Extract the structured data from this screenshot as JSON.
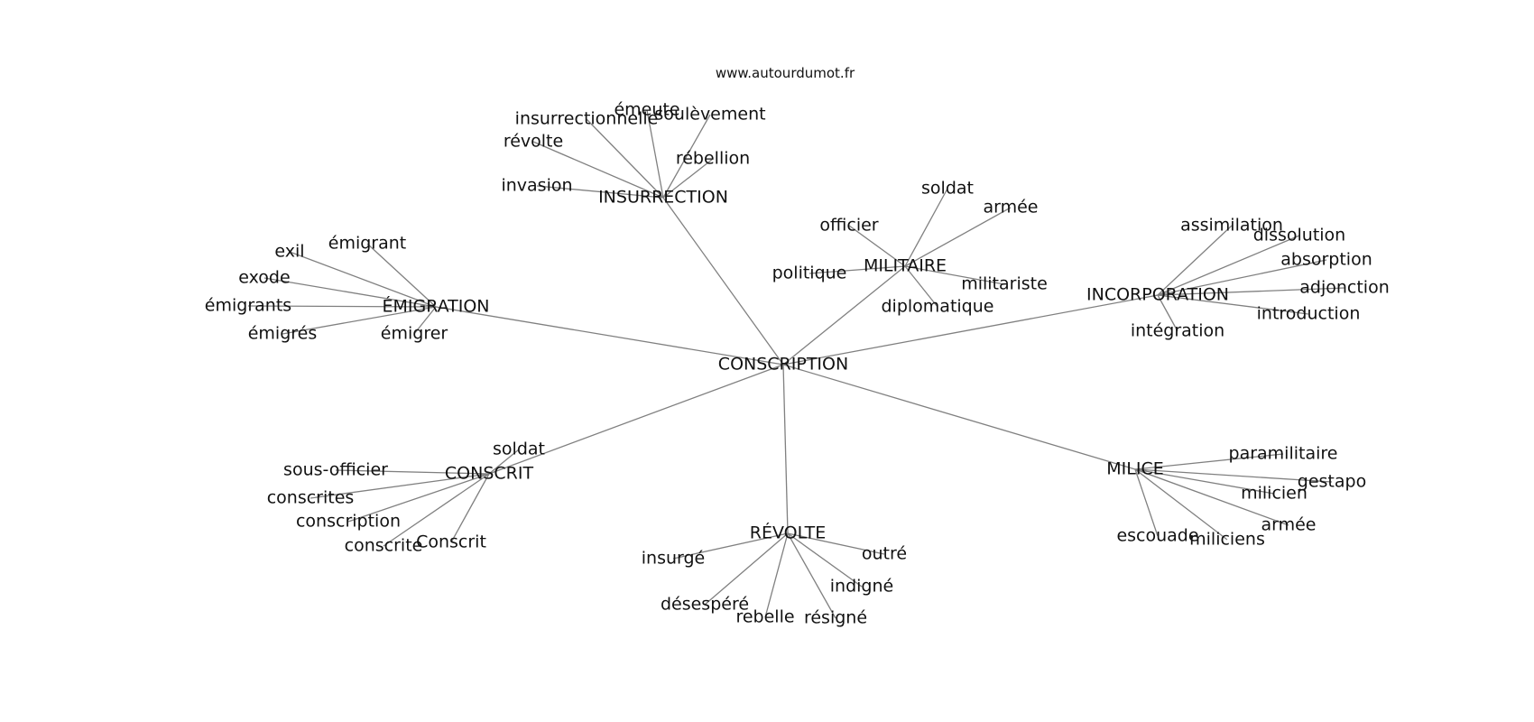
{
  "source": "www.autourdumot.fr",
  "center": "CONSCRIPTION",
  "clusters": [
    {
      "hub": "INSURRECTION",
      "words": [
        "insurrectionnelle",
        "émeute",
        "soulèvement",
        "révolte",
        "rébellion",
        "invasion"
      ]
    },
    {
      "hub": "MILITAIRE",
      "words": [
        "soldat",
        "armée",
        "officier",
        "politique",
        "militariste",
        "diplomatique"
      ]
    },
    {
      "hub": "INCORPORATION",
      "words": [
        "assimilation",
        "dissolution",
        "absorption",
        "adjonction",
        "introduction",
        "intégration"
      ]
    },
    {
      "hub": "ÉMIGRATION",
      "words": [
        "émigrant",
        "exil",
        "exode",
        "émigrants",
        "émigrés",
        "émigrer"
      ]
    },
    {
      "hub": "CONSCRIT",
      "words": [
        "soldat",
        "sous-officier",
        "conscrites",
        "conscription",
        "conscrite",
        "Conscrit"
      ]
    },
    {
      "hub": "RÉVOLTE",
      "words": [
        "insurgé",
        "outré",
        "indigné",
        "désespéré",
        "rebelle",
        "résigné"
      ]
    },
    {
      "hub": "MILICE",
      "words": [
        "paramilitaire",
        "gestapo",
        "milicien",
        "armée",
        "escouade",
        "miliciens"
      ]
    }
  ]
}
